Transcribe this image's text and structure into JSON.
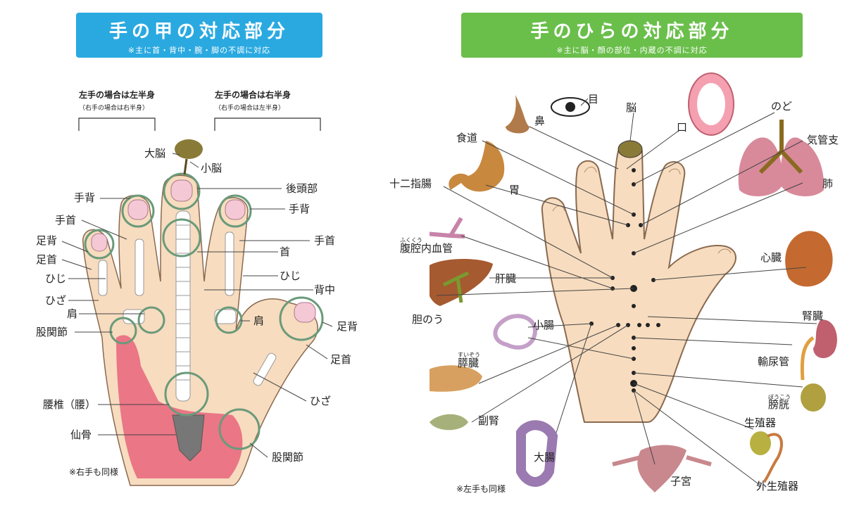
{
  "back": {
    "title": "手の甲の対応部分",
    "subtitle": "※主に首・背中・腕・脚の不調に対応",
    "bracket_left": {
      "title": "左手の場合は左半身",
      "sub": "（右手の場合は右半身）"
    },
    "bracket_right": {
      "title": "左手の場合は右半身",
      "sub": "（右手の場合は左半身）"
    },
    "labels": {
      "cerebrum": "大脳",
      "cerebellum": "小脳",
      "occipital": "後頭部",
      "handback_left": "手背",
      "handback_right": "手背",
      "wrist_left": "手首",
      "wrist_right": "手首",
      "footback_left": "足背",
      "footback_right": "足背",
      "ankle_left": "足首",
      "ankle_right": "足首",
      "neck": "首",
      "elbow_left": "ひじ",
      "elbow_right": "ひじ",
      "knee_left": "ひざ",
      "knee_right": "ひざ",
      "back": "背中",
      "shoulder_left": "肩",
      "shoulder_right": "肩",
      "hip_left": "股関節",
      "hip_right": "股関節",
      "lumbar": "腰椎（腰）",
      "sacrum": "仙骨"
    },
    "note": "※右手も同様"
  },
  "palm": {
    "title": "手のひらの対応部分",
    "subtitle": "※主に脳・顔の部位・内蔵の不調に対応",
    "labels": {
      "eye": "目",
      "nose": "鼻",
      "brain": "脳",
      "mouth": "口",
      "throat": "のど",
      "esophagus": "食道",
      "bronchi": "気管支",
      "duodenum": "十二指腸",
      "stomach": "胃",
      "lung": "肺",
      "celiac_ruby": "ふくくう",
      "celiac": "腹腔内血管",
      "heart": "心臓",
      "liver": "肝臓",
      "gallbladder": "胆のう",
      "kidney": "腎臓",
      "small_intestine": "小腸",
      "pancreas_ruby": "すいぞう",
      "pancreas": "膵臓",
      "ureter": "輸尿管",
      "bladder_ruby": "ぼうこう",
      "bladder": "膀胱",
      "adrenal": "副腎",
      "reproductive": "生殖器",
      "large_intestine": "大腸",
      "uterus": "子宮",
      "external_genitals": "外生殖器"
    },
    "note": "※左手も同様"
  },
  "colors": {
    "back_banner": "#2aa9e0",
    "palm_banner": "#6abf4b",
    "skin": "#f7dcbf",
    "skin_outline": "#8a6a50",
    "bone": "#ffffff",
    "body_pink": "#e86a80",
    "zone_ring": "#6a9a7a",
    "nail": "#f5c8d6",
    "dot": "#222222"
  }
}
